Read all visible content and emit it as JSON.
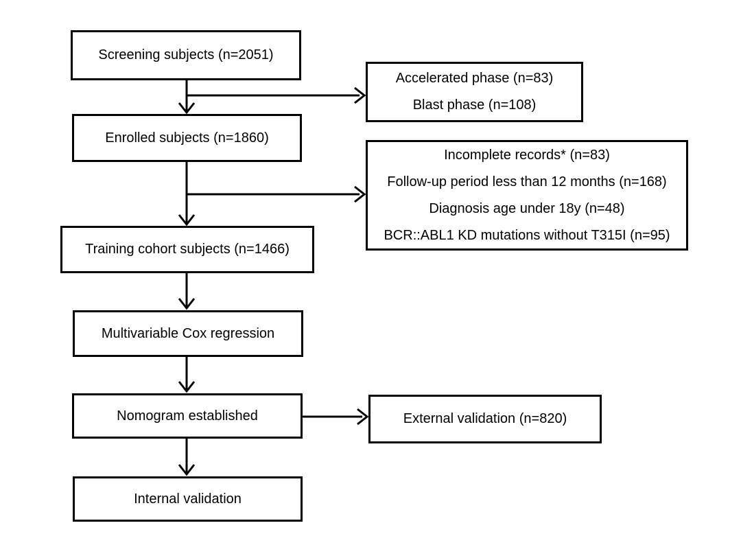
{
  "colors": {
    "background": "#ffffff",
    "box_border": "#000000",
    "text": "#000000",
    "arrow": "#000000"
  },
  "flowchart": {
    "screening": {
      "label": "Screening subjects (n=2051)"
    },
    "enrolled": {
      "label": "Enrolled subjects (n=1860)"
    },
    "training": {
      "label": "Training cohort subjects (n=1466)"
    },
    "cox": {
      "label": "Multivariable Cox regression"
    },
    "nomogram": {
      "label": "Nomogram established"
    },
    "internal": {
      "label": "Internal validation"
    },
    "external": {
      "label": "External validation (n=820)"
    },
    "phase_exclusions": {
      "lines": [
        "Accelerated phase (n=83)",
        "Blast phase (n=108)"
      ]
    },
    "cohort_exclusions": {
      "lines": [
        "Incomplete records* (n=83)",
        "Follow-up period less than 12 months (n=168)",
        "Diagnosis age under 18y (n=48)",
        "BCR::ABL1 KD mutations without T315I (n=95)"
      ]
    }
  }
}
